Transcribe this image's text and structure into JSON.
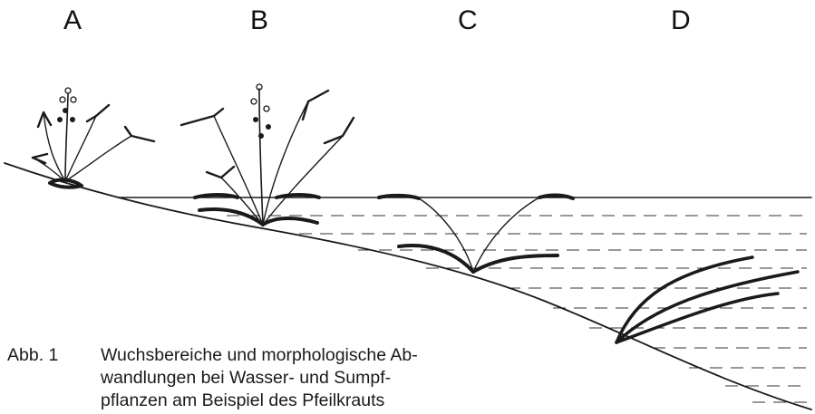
{
  "panels": {
    "a": "A",
    "b": "B",
    "c": "C",
    "d": "D"
  },
  "caption": {
    "number": "Abb. 1",
    "text": "Wuchsbereiche und morphologische Ab-\nwandlungen bei Wasser- und Sumpf-\npflanzen am Beispiel des Pfeilkrauts"
  }
}
